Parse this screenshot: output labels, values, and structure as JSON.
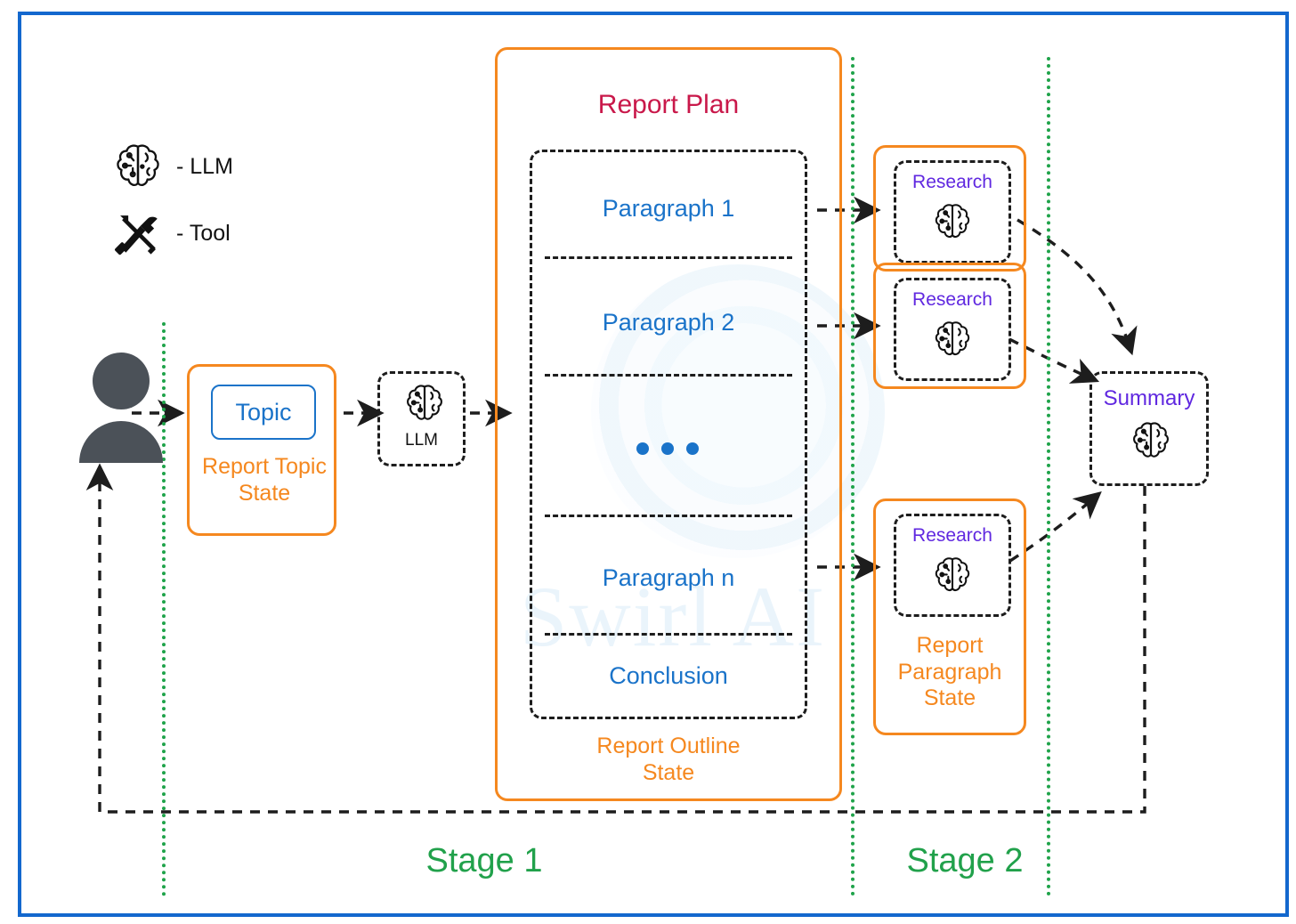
{
  "frame": {
    "border_color": "#1368CE"
  },
  "watermark": {
    "text": "Swirl AI"
  },
  "legend": [
    {
      "icon": "brain-icon",
      "label": "- LLM"
    },
    {
      "icon": "tool-icon",
      "label": "- Tool"
    }
  ],
  "actors": {
    "user": {
      "name": "user-avatar"
    }
  },
  "stage1": {
    "report_topic_state": {
      "state_label": "Report Topic\nState",
      "inner_label": "Topic",
      "state_color": "#F5881F",
      "inner_color": "#1a73c9"
    },
    "llm_node": {
      "label": "LLM",
      "icon": "brain-icon"
    },
    "report_plan": {
      "title": "Report Plan",
      "title_color": "#C9184A",
      "state_label": "Report Outline\nState",
      "outline_items": [
        {
          "label": "Paragraph 1"
        },
        {
          "label": "Paragraph 2"
        },
        {
          "label": "..."
        },
        {
          "label": "Paragraph n"
        },
        {
          "label": "Conclusion"
        }
      ]
    }
  },
  "stage2": {
    "research_nodes": [
      {
        "label": "Research",
        "icon": "brain-icon",
        "state_label": ""
      },
      {
        "label": "Research",
        "icon": "brain-icon",
        "state_label": ""
      },
      {
        "label": "Research",
        "icon": "brain-icon",
        "state_label": "Report\nParagraph\nState"
      }
    ],
    "summary_node": {
      "label": "Summary",
      "icon": "brain-icon",
      "label_color": "#6028E0"
    }
  },
  "stages": [
    {
      "label": "Stage 1",
      "color": "#21a14b"
    },
    {
      "label": "Stage 2",
      "color": "#21a14b"
    }
  ],
  "colors": {
    "orange": "#F5881F",
    "blue": "#1a73c9",
    "purple": "#6028E0",
    "crimson": "#C9184A",
    "green": "#21a14b",
    "dash": "#1d1d1d"
  }
}
